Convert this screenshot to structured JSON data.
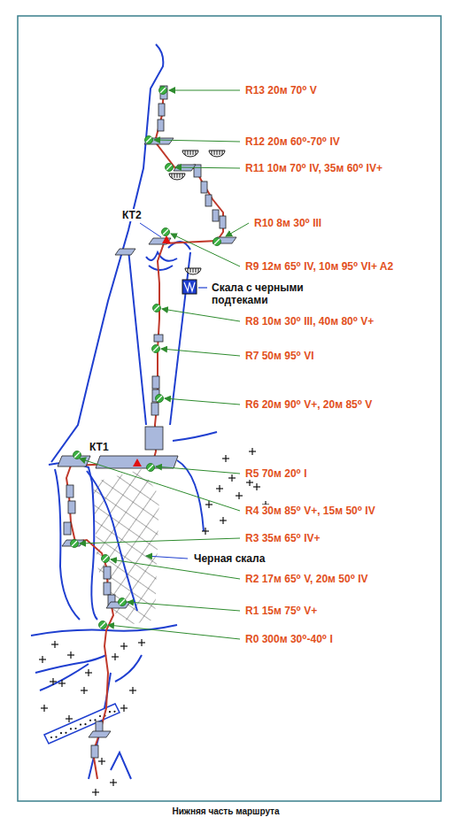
{
  "diagram": {
    "caption": "Нижняя часть маршрута",
    "labels": [
      "R13 20м 70⁰ V",
      "R12 20м 60⁰-70⁰ IV",
      "R11 10м 70⁰ IV, 35м 60⁰ IV+",
      "КТ2",
      "R10 8м 30⁰ III",
      "R9 12м 65⁰ IV, 10м 95⁰ VI+ A2",
      "Скала с черными подтеками",
      "R8 10м 30⁰ III, 40м 80⁰ V+",
      "R7 50м 95⁰ VI",
      "R6 20м 90⁰ V+, 20м 85⁰ V",
      "КТ1",
      "R5 70м 20⁰ I",
      "R4 30м 85⁰ V+, 15м 50⁰ IV",
      "R3 35м 65⁰ IV+",
      "Черная скала",
      "R2 17м 65⁰ V, 20м 50⁰ IV",
      "R1 15м 75⁰ V+",
      "R0 300м 30⁰-40⁰ I"
    ]
  }
}
